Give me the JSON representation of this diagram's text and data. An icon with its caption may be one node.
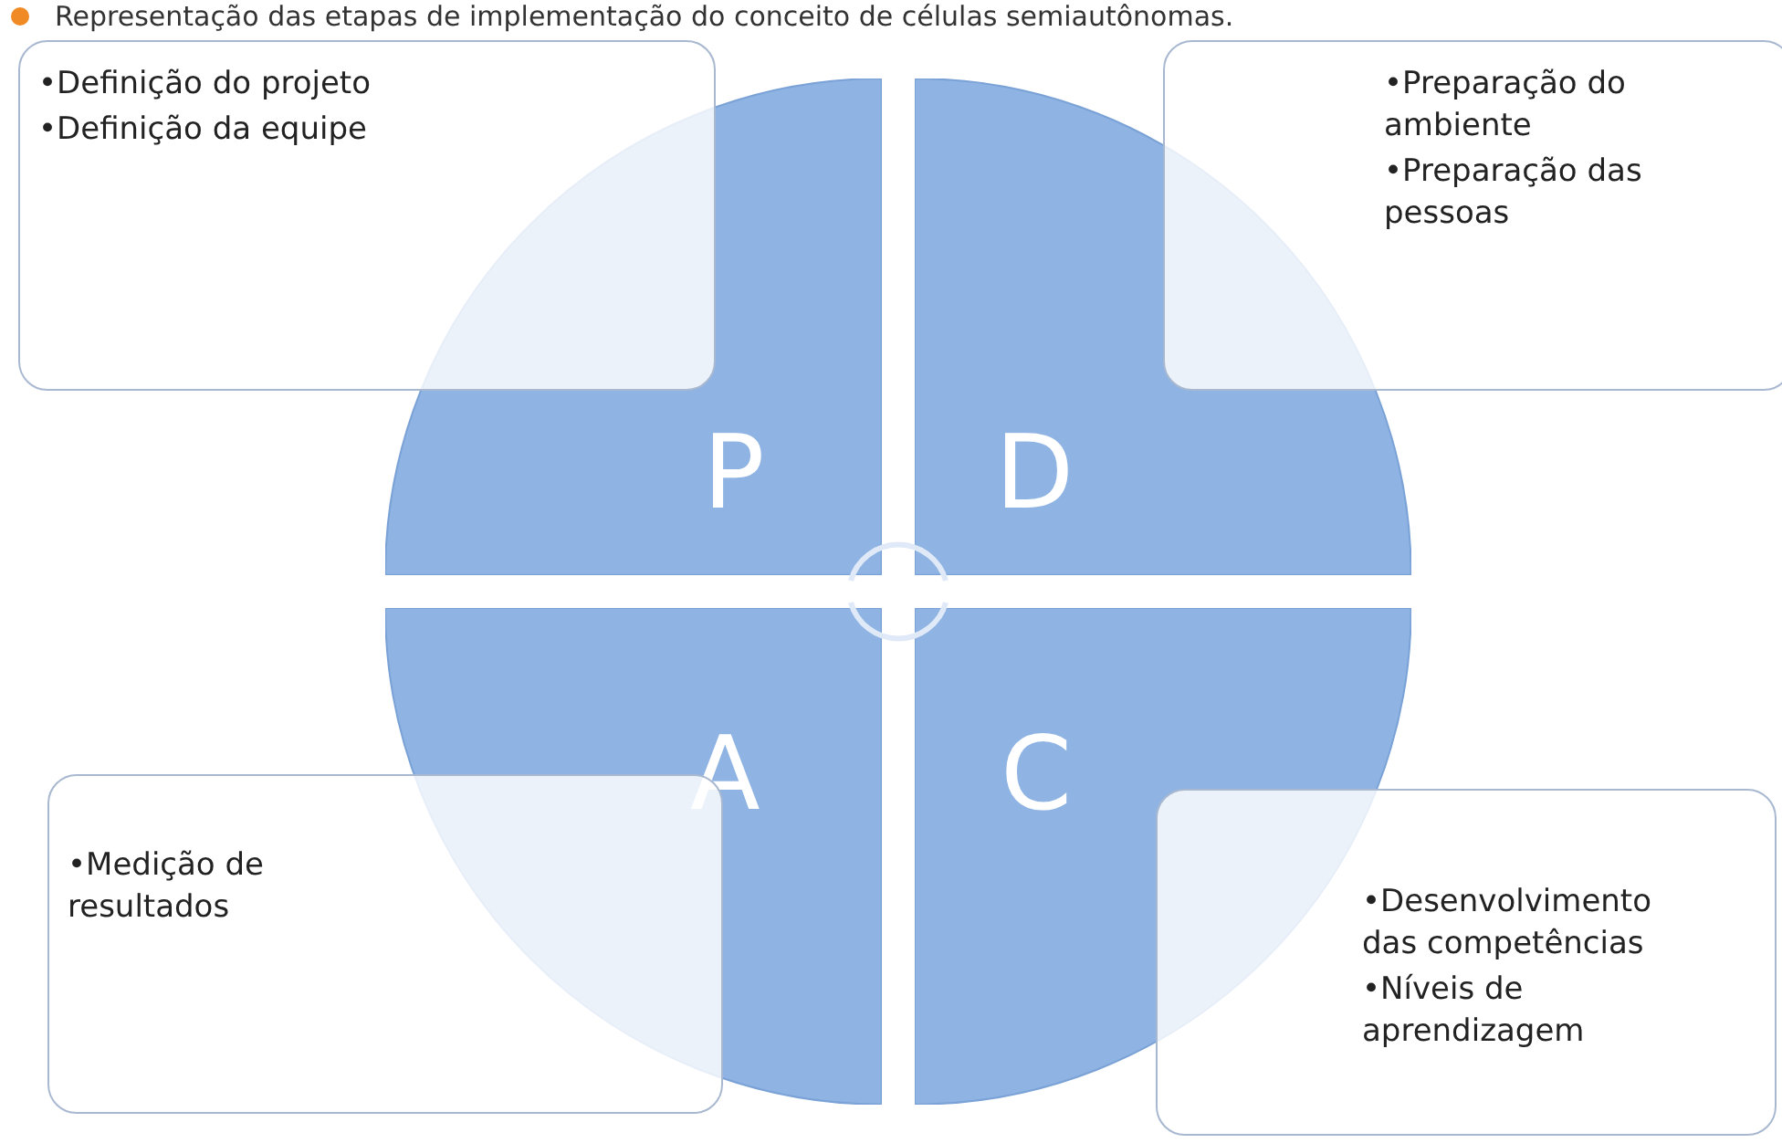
{
  "diagram": {
    "title": "Representação das etapas de implementação do conceito de células semiautônomas.",
    "nodes": [
      {
        "text": [
          "•Definição do projeto",
          "•Definição da equipe"
        ]
      },
      {
        "text": [
          "•Preparação do ambiente",
          "•Preparação das pessoas"
        ]
      },
      {
        "text": [
          "P"
        ]
      },
      {
        "text": [
          "D"
        ]
      },
      {
        "text": [
          "A"
        ]
      },
      {
        "text": [
          "C"
        ]
      },
      {
        "text": [
          "•Medição de resultados"
        ]
      },
      {
        "text": [
          "•Desenvolvimento das competências",
          "•Níveis de aprendizagem"
        ]
      }
    ],
    "edges": []
  }
}
